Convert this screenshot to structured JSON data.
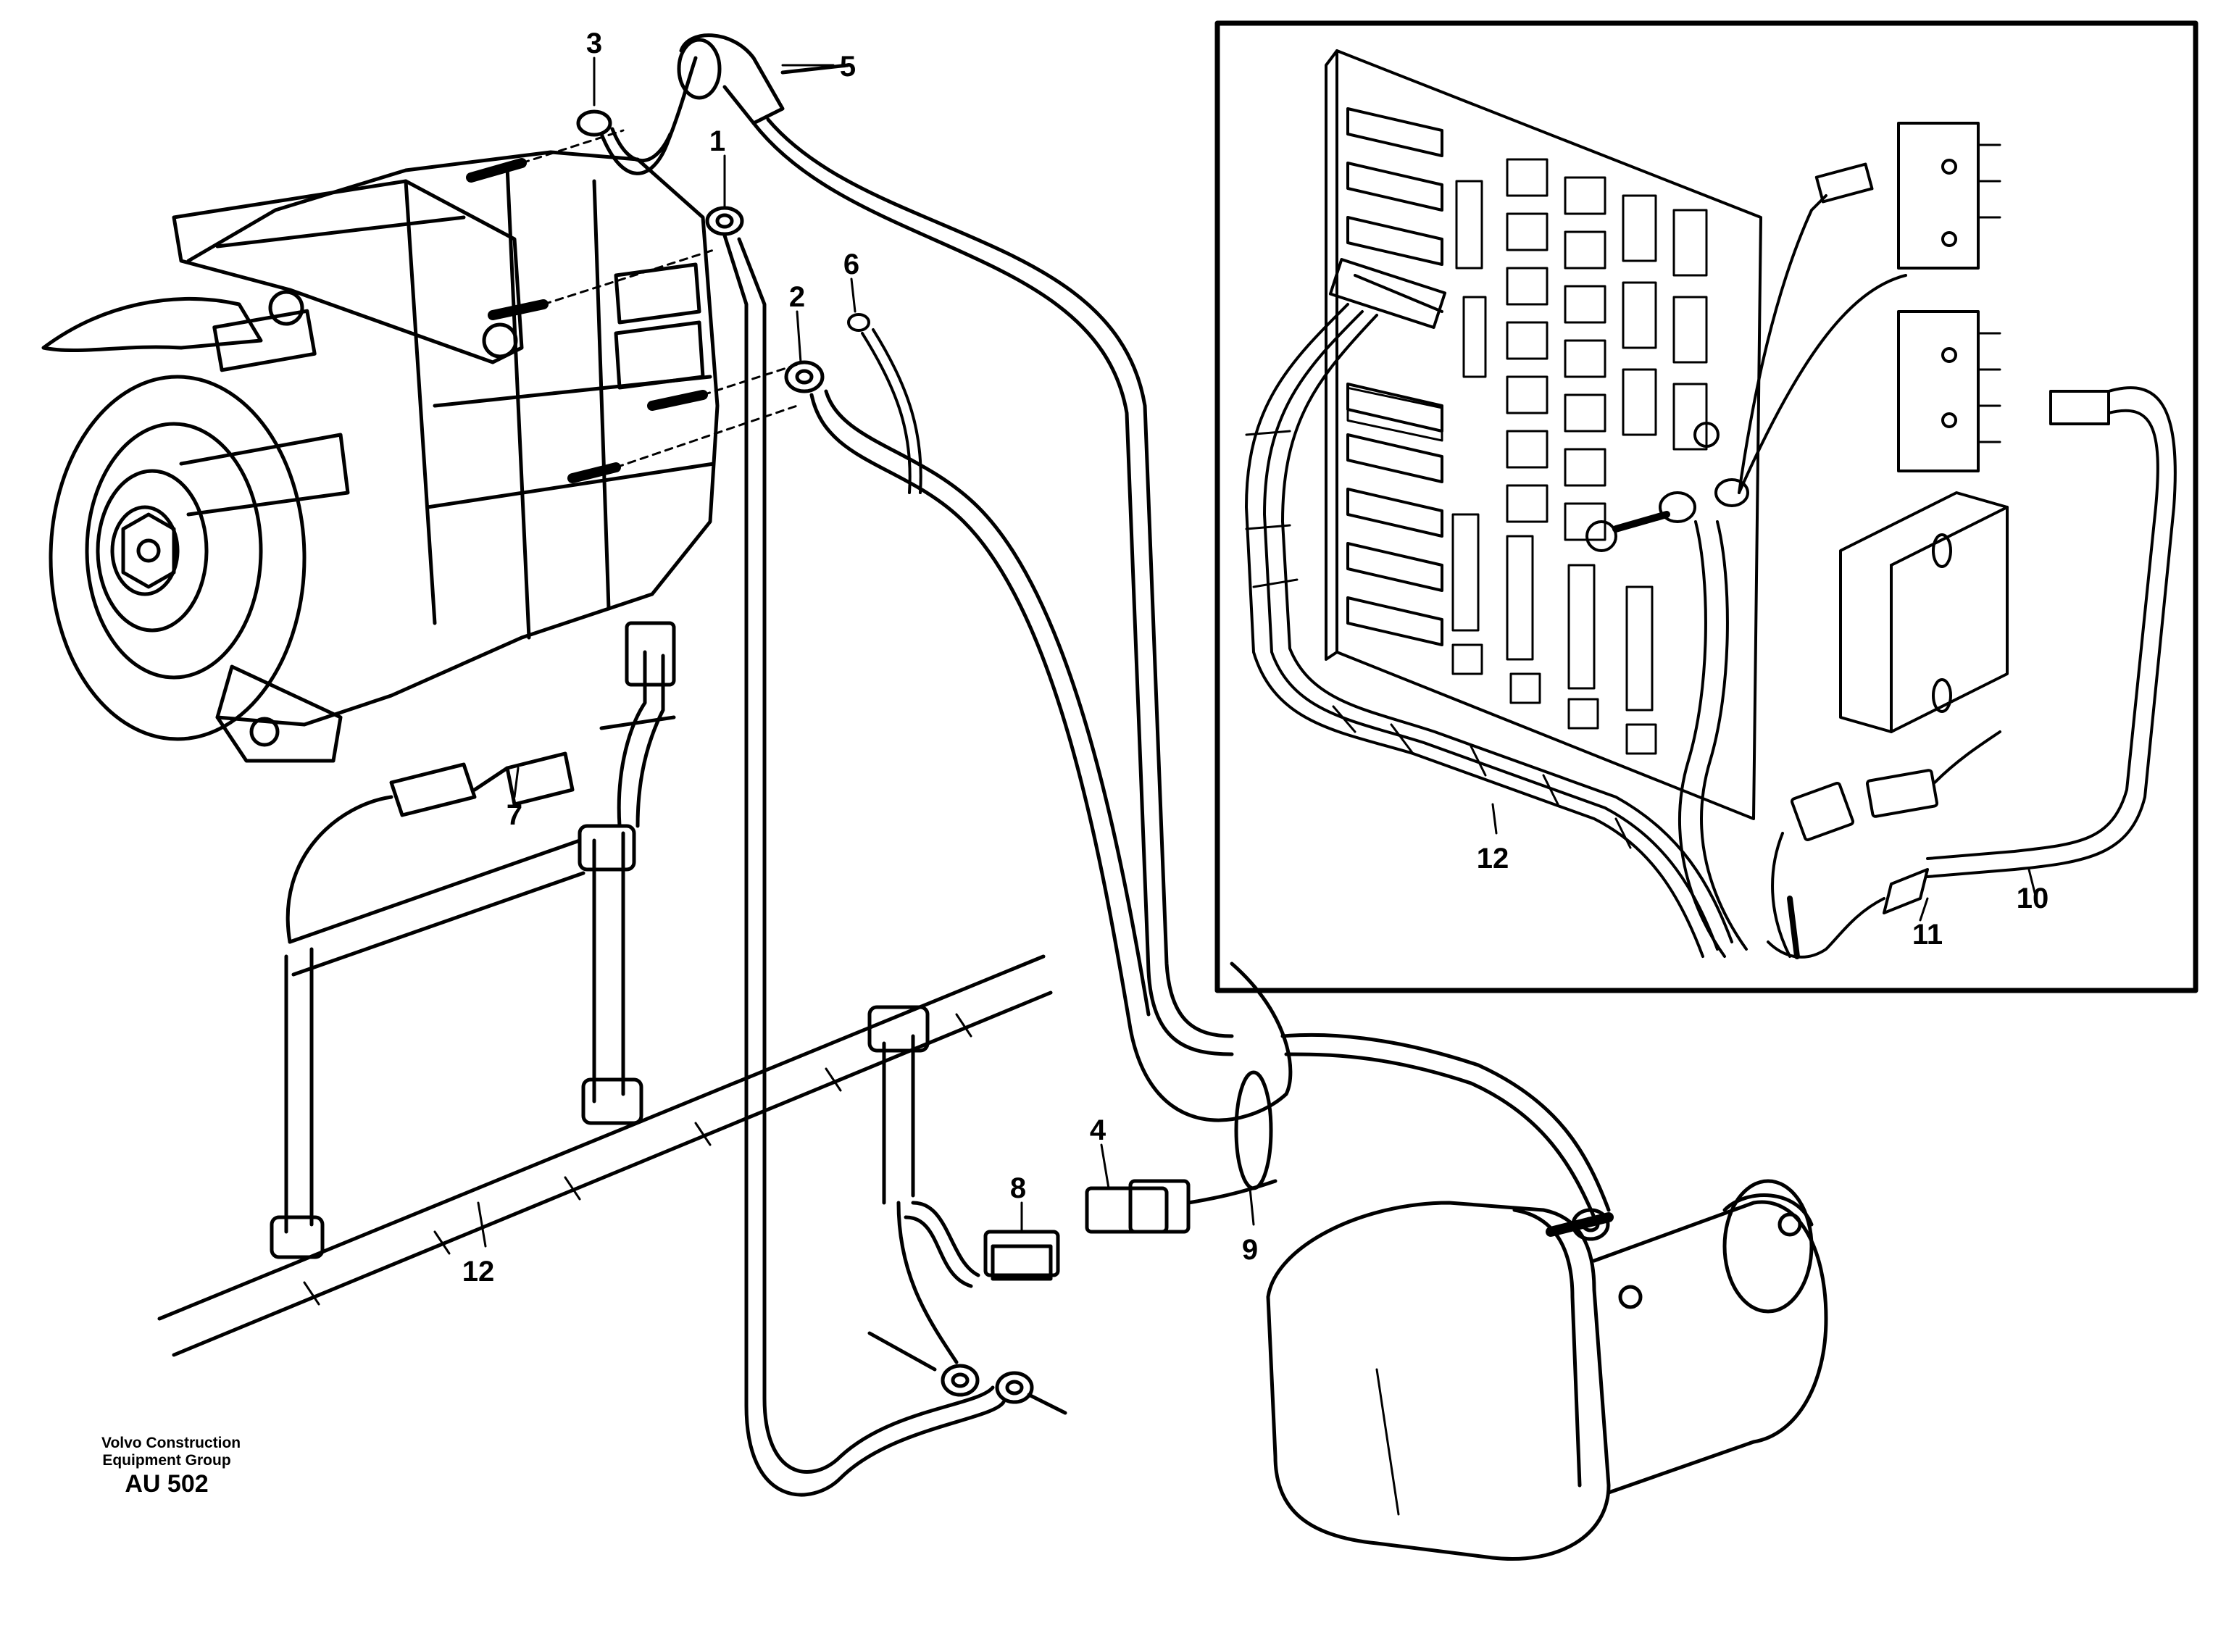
{
  "callouts": {
    "c1": "1",
    "c2": "2",
    "c3": "3",
    "c4": "4",
    "c5": "5",
    "c6": "6",
    "c7": "7",
    "c8": "8",
    "c9": "9",
    "c10": "10",
    "c11": "11",
    "c12_left": "12",
    "c12_inset": "12"
  },
  "caption": {
    "line1": "Volvo Construction",
    "line2": "Equipment Group",
    "code": "AU 502"
  },
  "colors": {
    "ink": "#000000",
    "paper": "#ffffff"
  }
}
